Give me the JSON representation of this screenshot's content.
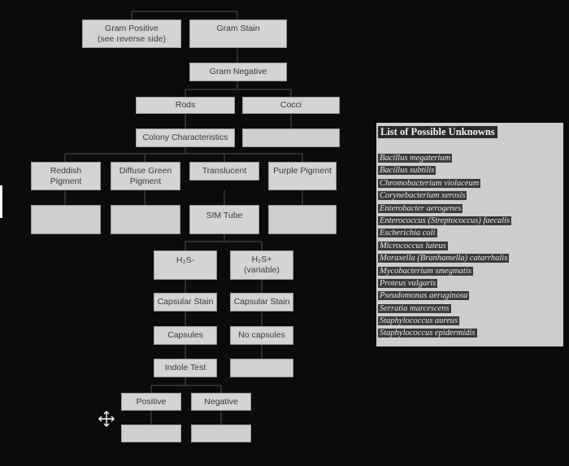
{
  "boxes": {
    "gram_positive": "Gram Positive\n(see reverse side)",
    "gram_stain": "Gram Stain",
    "gram_negative": "Gram Negative",
    "rods": "Rods",
    "cocci": "Cocci",
    "colony_characteristics": "Colony Characteristics",
    "reddish_pigment": "Reddish\nPigment",
    "diffuse_green_pigment": "Diffuse Green\nPigment",
    "translucent": "Translucent",
    "purple_pigment": "Purple Pigment",
    "sim_tube": "SIM Tube",
    "h2s_neg": "H₂S-",
    "h2s_pos": "H₂S+\n(variable)",
    "capsular_stain_left": "Capsular Stain",
    "capsular_stain_right": "Capsular Stain",
    "capsules": "Capsules",
    "no_capsules": "No capsules",
    "indole_test": "Indole Test",
    "positive": "Positive",
    "negative": "Negative"
  },
  "unknowns": {
    "title": "List of Possible Unknowns",
    "items": [
      "Bacillus megaterium",
      "Bacillus subtilis",
      "Chromobacterium violaceum",
      "Corynebacterium xerosis",
      "Enterobacter aerogenes",
      "Enterococcus (Streptococcus) faecalis",
      "Escherichia coli",
      "Micrococcus luteus",
      "Moraxella (Branhamella) catarrhalis",
      "Mycobacterium smegmatis",
      "Proteus vulgaris",
      "Pseudomonas aeruginosa",
      "Serratia marcescens",
      "Staphylococcus aureus",
      "Staphylococcus epidermidis"
    ]
  },
  "icons": {
    "cursor": "move-cursor-icon"
  }
}
